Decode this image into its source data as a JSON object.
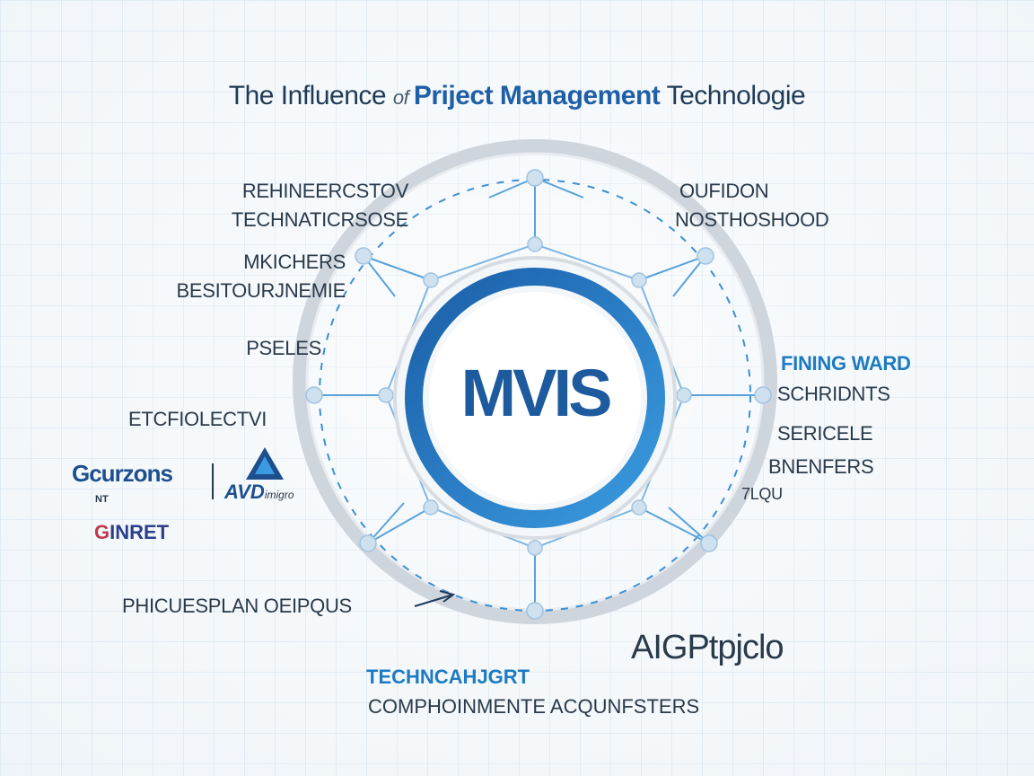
{
  "title": {
    "part1": "The Influence ",
    "part2": "of ",
    "part3": "Priject Management",
    "part4": " Technologie"
  },
  "hub": {
    "label": "MVIS"
  },
  "labels_left": [
    "REHINEERCSTOV",
    "TECHNATICRSOSE",
    "MKICHERS",
    "BESITOURJNEMIE",
    "PSELES",
    "ETCFIOLECTVI",
    "PHICUESPLAN OEIPQUS"
  ],
  "labels_right": [
    "OUFIDON",
    "NOSTHOSHOOD",
    "FINING WARD",
    "SCHRIDNTS",
    "SERICELE",
    "BNENFERS",
    "7LQU"
  ],
  "logos": {
    "gcurzons": "Gcurzons",
    "nt": "NT",
    "avd": "AVD",
    "avd_small": "imigro",
    "ginret_g": "G",
    "ginret_rest": "INRET"
  },
  "bottom": {
    "big_word": "AIGPtpjclo",
    "tech": "TECHNCAHJGRT",
    "comp": "COMPHOINMENTE ACQUNFSTERS"
  },
  "colors": {
    "accent_blue": "#1d7bc2",
    "hub_blue": "#1e5b9e",
    "ring_gray": "#c9cfd6"
  }
}
